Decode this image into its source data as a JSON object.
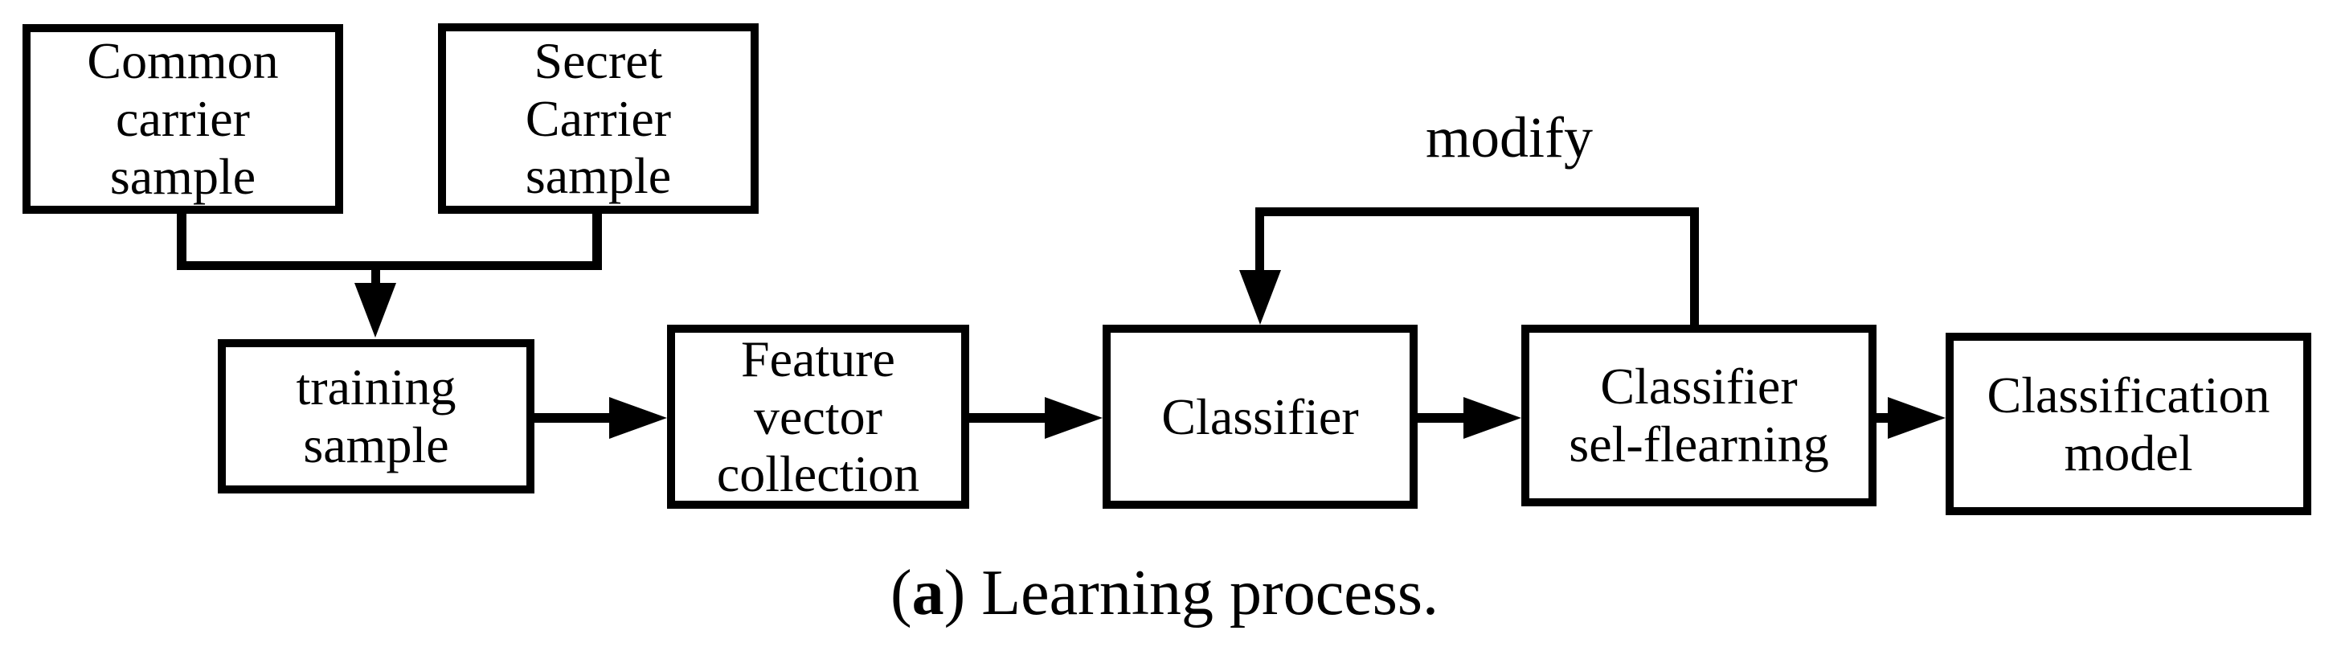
{
  "figure": {
    "colors": {
      "background": "#ffffff",
      "line": "#000000",
      "text": "#000000"
    },
    "nodes": [
      {
        "id": "common-carrier-sample",
        "label": "Common\ncarrier\nsample"
      },
      {
        "id": "secret-carrier-sample",
        "label": "Secret\nCarrier\nsample"
      },
      {
        "id": "training-sample",
        "label": "training\nsample"
      },
      {
        "id": "feature-vector-collection",
        "label": "Feature\nvector\ncollection"
      },
      {
        "id": "classifier",
        "label": "Classifier"
      },
      {
        "id": "classifier-self-learning",
        "label": "Classifier\nsel-flearning"
      },
      {
        "id": "classification-model",
        "label": "Classification\nmodel"
      }
    ],
    "edges": [
      {
        "from": "common-carrier-sample",
        "to": "training-sample"
      },
      {
        "from": "secret-carrier-sample",
        "to": "training-sample"
      },
      {
        "from": "training-sample",
        "to": "feature-vector-collection"
      },
      {
        "from": "feature-vector-collection",
        "to": "classifier"
      },
      {
        "from": "classifier",
        "to": "classifier-self-learning"
      },
      {
        "from": "classifier-self-learning",
        "to": "classification-model"
      },
      {
        "from": "classifier-self-learning",
        "to": "classifier",
        "label": "modify"
      }
    ],
    "modify_label": "modify",
    "caption": {
      "open": "(",
      "letter": "a",
      "rest": ") Learning process."
    }
  }
}
